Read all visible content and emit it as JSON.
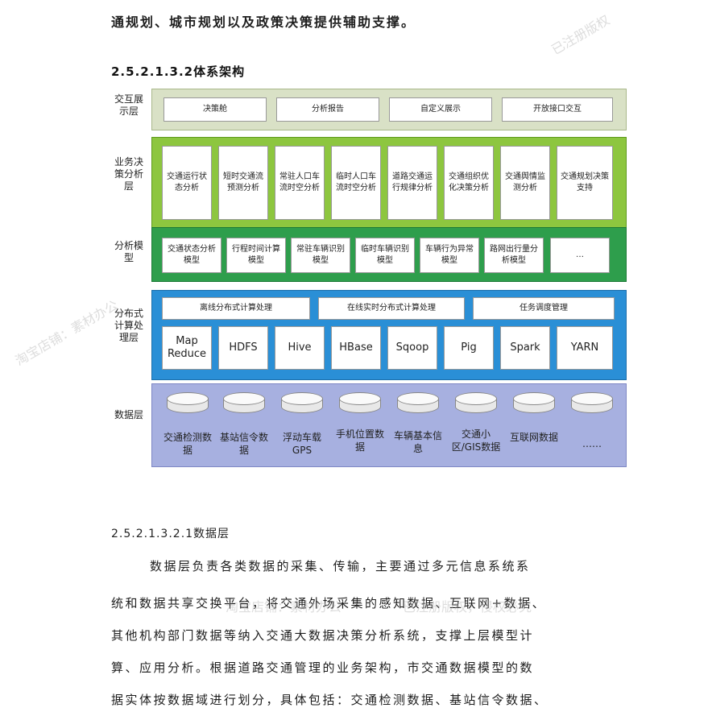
{
  "intro_line": "通规划、城市规划以及政策决策提供辅助支撑。",
  "section_heading": "2.5.2.1.3.2体系架构",
  "layers": {
    "display": {
      "label": "交互展示层",
      "items": [
        "决策舱",
        "分析报告",
        "自定义展示",
        "开放接口交互"
      ]
    },
    "business": {
      "label": "业务决策分析层",
      "items": [
        "交通运行状态分析",
        "短时交通流预测分析",
        "常驻人口车流时空分析",
        "临时人口车流时空分析",
        "道路交通运行规律分析",
        "交通组织优化决策分析",
        "交通舆情监测分析",
        "交通规划决策支持"
      ]
    },
    "model": {
      "label": "分析模型",
      "items": [
        "交通状态分析模型",
        "行程时间计算模型",
        "常驻车辆识别模型",
        "临时车辆识别模型",
        "车辆行为异常模型",
        "路网出行量分析模型",
        "…"
      ]
    },
    "compute": {
      "label": "分布式计算处理层",
      "top_items": [
        "离线分布式计算处理",
        "在线实时分布式计算处理",
        "任务调度管理"
      ],
      "tools": [
        "Map Reduce",
        "HDFS",
        "Hive",
        "HBase",
        "Sqoop",
        "Pig",
        "Spark",
        "YARN"
      ]
    },
    "data": {
      "label": "数据层",
      "items": [
        "交通检测数据",
        "基站信令数据",
        "浮动车载GPS",
        "手机位置数据",
        "车辆基本信息",
        "交通小区/GIS数据",
        "互联网数据",
        "……"
      ]
    }
  },
  "subsection_heading": "2.5.2.1.3.2.1数据层",
  "paragraph": [
    "数据层负责各类数据的采集、传输，主要通过多元信息系统系",
    "统和数据共享交换平台，将交通外场采集的感知数据、互联网+数据、",
    "其他机构部门数据等纳入交通大数据决策分析系统，支撑上层模型计",
    "算、应用分析。根据道路交通管理的业务架构，市交通数据模型的数",
    "据实体按数据域进行划分，具体包括：交通检测数据、基站信令数据、"
  ],
  "watermarks": [
    "已注册版权",
    "淘宝店铺：素材办公",
    "已注册版权，侵权必究",
    "淘宝店铺：素材办公"
  ]
}
